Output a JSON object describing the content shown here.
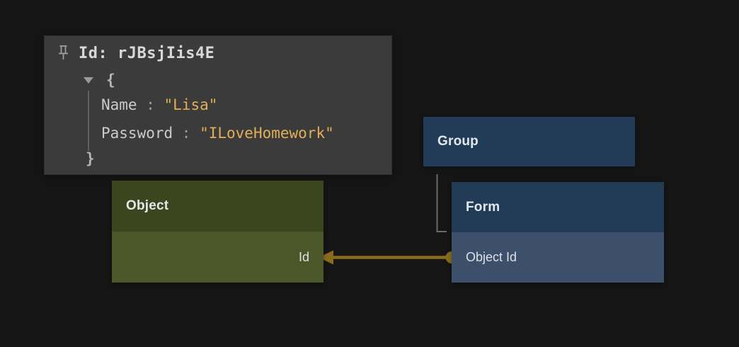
{
  "canvas": {
    "background": "#151515"
  },
  "tooltip": {
    "pin_icon": "pushpin",
    "id_text": "Id: rJBsjIis4E",
    "expander_icon": "triangle-down",
    "json_open": "{",
    "json_close": "}",
    "fields": [
      {
        "key": "Name",
        "sep": " : ",
        "value": "\"Lisa\""
      },
      {
        "key": "Password",
        "sep": " : ",
        "value": "\"ILoveHomework\""
      }
    ],
    "colors": {
      "background": "#3b3b3b",
      "string_value": "#e3ae58"
    }
  },
  "nodes": {
    "object": {
      "title": "Object",
      "rows": [
        "Id"
      ],
      "colors": {
        "header": "#3b461f",
        "body": "#4c5729"
      }
    },
    "group": {
      "title": "Group",
      "colors": {
        "header": "#223c58"
      }
    },
    "form": {
      "title": "Form",
      "rows": [
        "Object Id"
      ],
      "colors": {
        "header": "#223c58",
        "body": "#3c506c"
      }
    }
  },
  "edge": {
    "color": "#8a6b1e"
  },
  "tree_connector": {
    "color": "#6a6a6a"
  }
}
